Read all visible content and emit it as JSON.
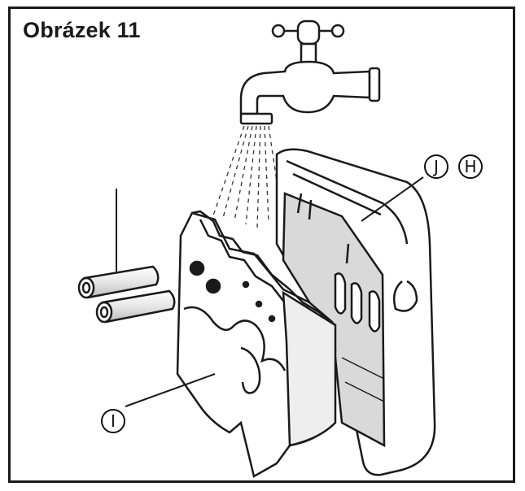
{
  "figure": {
    "title": "Obrázek 11",
    "labels": {
      "j": "J",
      "h": "H",
      "i": "I"
    }
  }
}
